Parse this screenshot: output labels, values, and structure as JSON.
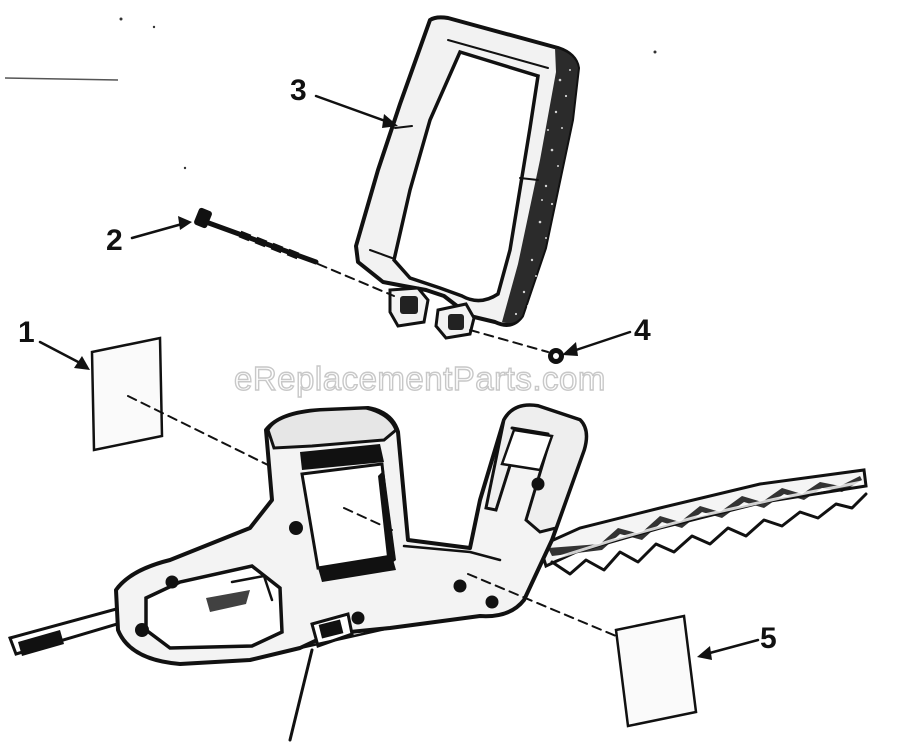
{
  "diagram": {
    "callouts": [
      {
        "id": "1",
        "label": "1",
        "part": "label-left"
      },
      {
        "id": "2",
        "label": "2",
        "part": "bolt"
      },
      {
        "id": "3",
        "label": "3",
        "part": "front-handle"
      },
      {
        "id": "4",
        "label": "4",
        "part": "nut"
      },
      {
        "id": "5",
        "label": "5",
        "part": "label-right"
      }
    ],
    "watermark": "eReplacementParts.com",
    "colors": {
      "ink": "#111111",
      "paper": "#ffffff",
      "watermark": "#c8c8c8"
    }
  }
}
